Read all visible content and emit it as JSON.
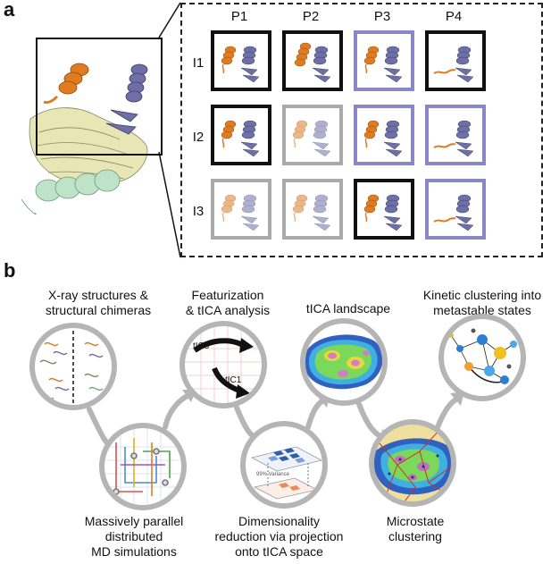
{
  "panel_a": {
    "letter": "a",
    "columns": [
      "P1",
      "P2",
      "P3",
      "P4"
    ],
    "rows": [
      "I1",
      "I2",
      "I3"
    ],
    "border_colors": {
      "black": "#111111",
      "gray": "#aaaaaa",
      "purple": "#8a87c8"
    },
    "grid": [
      [
        "black",
        "black",
        "purple",
        "black"
      ],
      [
        "black",
        "gray",
        "purple",
        "purple"
      ],
      [
        "gray",
        "gray",
        "black",
        "purple"
      ]
    ]
  },
  "panel_b": {
    "letter": "b",
    "steps": [
      {
        "caption": "X-ray structures &\nstructural chimeras"
      },
      {
        "caption": "Massively parallel\ndistributed\nMD simulations"
      },
      {
        "caption": "Featurization\n& tICA analysis",
        "labels": [
          "tIC0",
          "tIC1"
        ]
      },
      {
        "caption": "Dimensionality\nreduction via projection\nonto tICA space",
        "labels": [
          "99% Variance"
        ]
      },
      {
        "caption": "tICA landscape"
      },
      {
        "caption": "Microstate\nclustering"
      },
      {
        "caption": "Kinetic clustering into\nmetastable states"
      }
    ]
  },
  "colors": {
    "orange": "#e07b20",
    "purple": "#6f6fa8",
    "yellow": "#e8e6b4",
    "mint": "#bfe3c8",
    "arrow": "#b5b5b5",
    "circle": "#b5b5b5"
  }
}
